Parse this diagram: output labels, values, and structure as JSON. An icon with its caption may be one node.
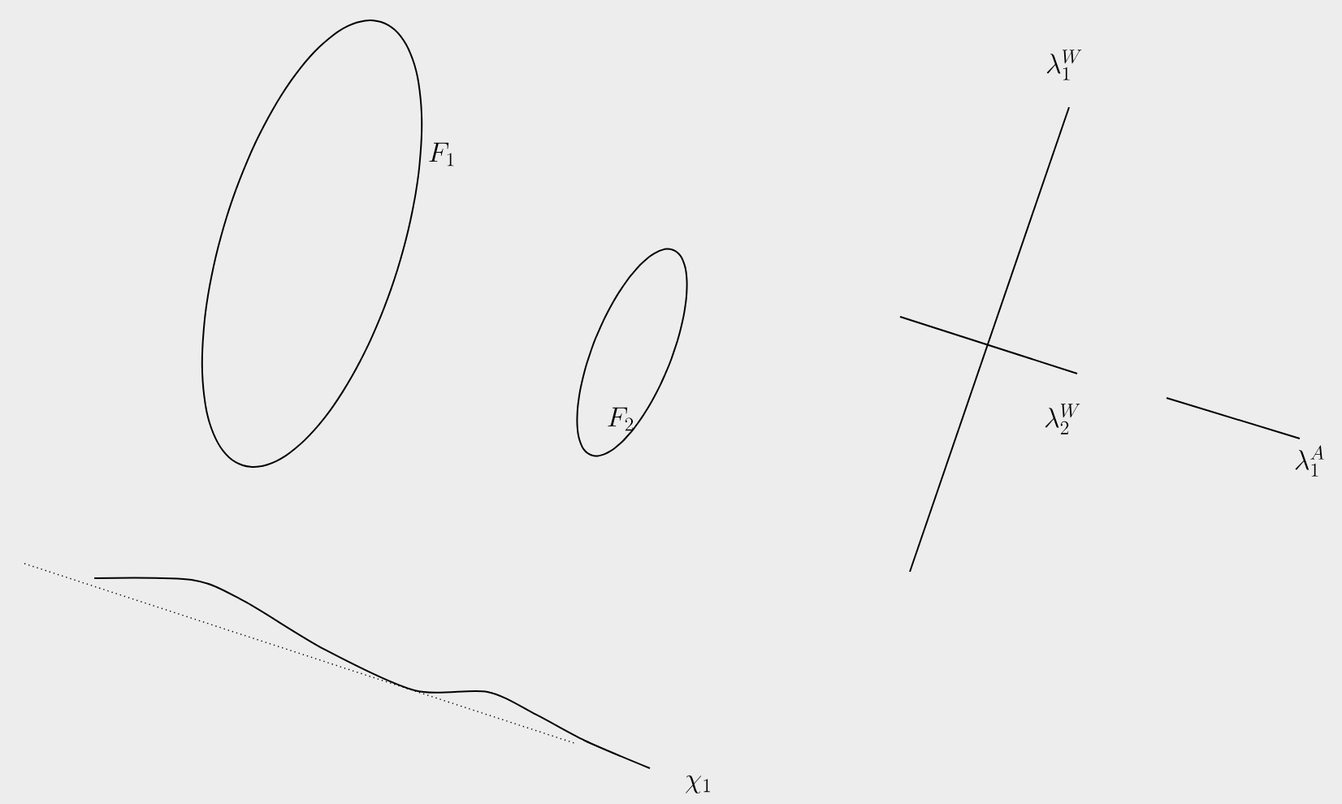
{
  "diagram": {
    "labels": [
      "F_1",
      "F_2",
      "\\lambda_1^W",
      "\\lambda_2^W",
      "\\lambda_1^A",
      "\\chi_1"
    ]
  }
}
